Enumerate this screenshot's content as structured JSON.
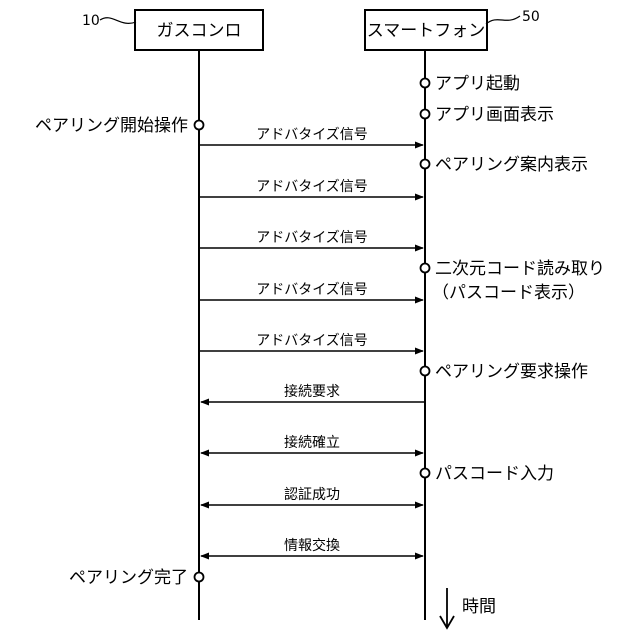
{
  "lifelines": {
    "gas_stove": {
      "label": "ガスコンロ",
      "ref": "10"
    },
    "smartphone": {
      "label": "スマートフォン",
      "ref": "50"
    }
  },
  "events": {
    "app_launch": "アプリ起動",
    "app_screen": "アプリ画面表示",
    "pairing_start": "ペアリング開始操作",
    "pairing_guide": "ペアリング案内表示",
    "qr_read_1": "二次元コード読み取り",
    "qr_read_2": "（パスコード表示）",
    "pairing_request": "ペアリング要求操作",
    "passcode_input": "パスコード入力",
    "pairing_done": "ペアリング完了"
  },
  "messages": {
    "advertise": "アドバタイズ信号",
    "connect_request": "接続要求",
    "connect_established": "接続確立",
    "auth_success": "認証成功",
    "info_exchange": "情報交換"
  },
  "time_label": "時間"
}
